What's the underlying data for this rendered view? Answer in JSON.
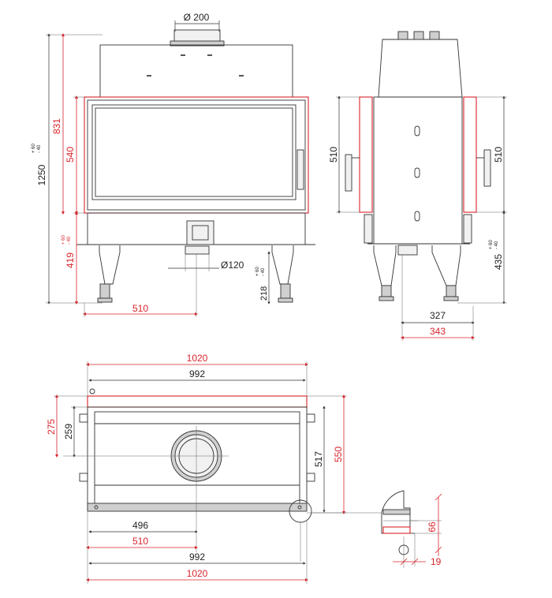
{
  "colors": {
    "dim_red": "#d8242b",
    "dim_black": "#222222",
    "outline": "#333333"
  },
  "front_view": {
    "flue_diameter": "Ø 200",
    "overall_height": "1250",
    "overall_height_tol_top": "+ 60",
    "overall_height_tol_bottom": "- 40",
    "frame_height": "831",
    "glass_height": "540",
    "base_height": "419",
    "base_height_tol_top": "+ 60",
    "base_height_tol_bottom": "- 40",
    "air_inlet": "Ø120",
    "air_inlet_height": "218",
    "air_inlet_tol_top": "+ 60",
    "air_inlet_tol_bottom": "- 40",
    "air_inlet_offset": "510"
  },
  "side_view": {
    "left_height": "510",
    "right_height": "510",
    "leg_height": "435",
    "leg_tol_top": "+ 60",
    "leg_tol_bottom": "- 40",
    "depth_inner": "327",
    "depth_outer": "343"
  },
  "top_view": {
    "width_outer_top": "1020",
    "width_inner_top": "992",
    "depth_front_red": "275",
    "depth_front_black": "259",
    "depth_right_black": "517",
    "depth_right_red": "550",
    "center_black": "496",
    "center_red": "510",
    "width_inner_bottom": "992",
    "width_outer_bottom": "1020"
  },
  "detail": {
    "height": "66",
    "width": "19"
  }
}
